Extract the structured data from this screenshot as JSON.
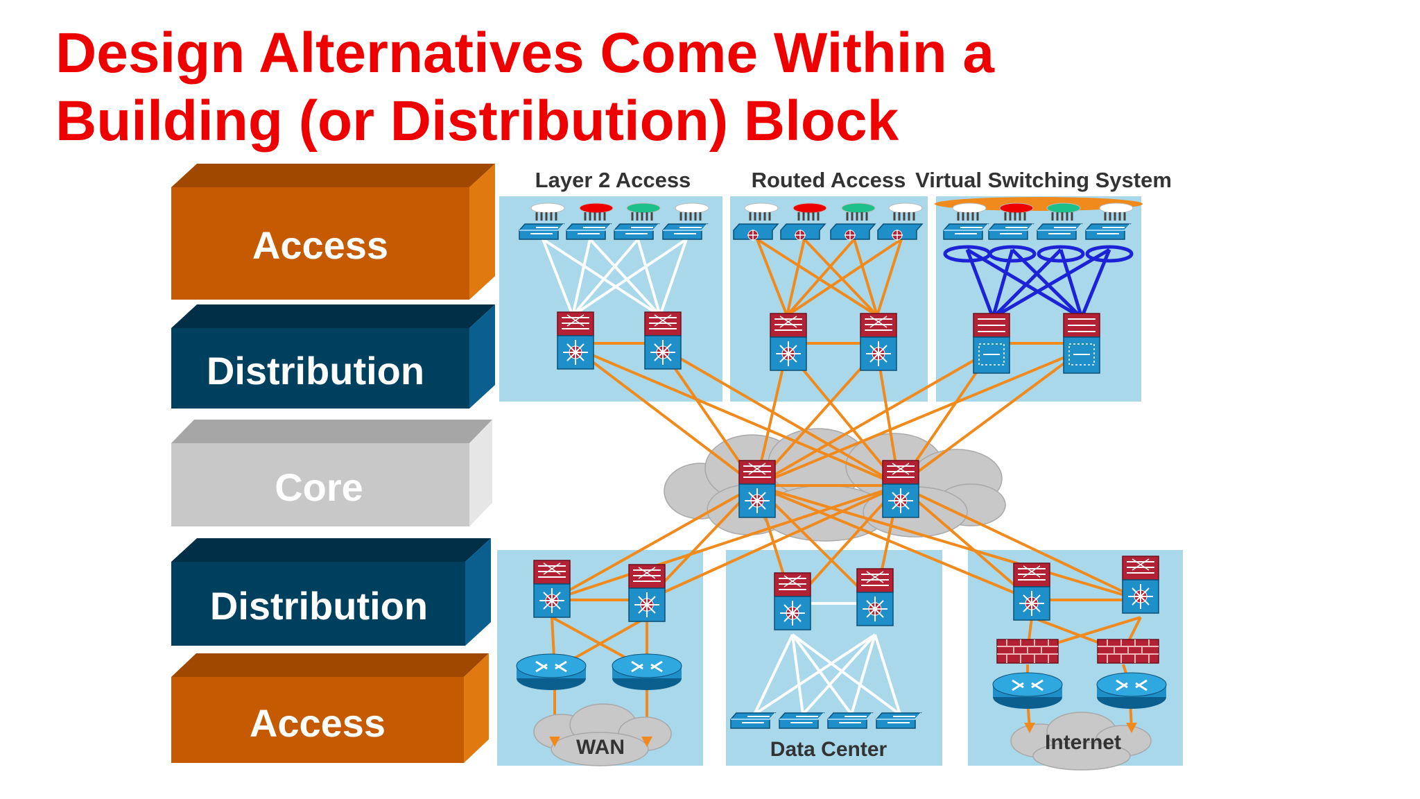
{
  "slide": {
    "title_line1": "Design Alternatives Come Within a",
    "title_line2": "Building (or Distribution) Block"
  },
  "layers": [
    {
      "label": "Access",
      "color": "#c55a00"
    },
    {
      "label": "Distribution",
      "color": "#00405f"
    },
    {
      "label": "Core",
      "color": "#c8c8c8"
    },
    {
      "label": "Distribution",
      "color": "#00405f"
    },
    {
      "label": "Access",
      "color": "#c55a00"
    }
  ],
  "panels": {
    "layer2_access": "Layer 2 Access",
    "routed_access": "Routed Access",
    "virtual_switching": "Virtual Switching System"
  },
  "clouds": {
    "wan": "WAN",
    "data_center": "Data Center",
    "internet": "Internet"
  },
  "colors": {
    "title": "#ee0000",
    "panel_bg": "#a9d8ea",
    "link_orange": "#f08a1c",
    "link_white": "#ffffff",
    "link_blue": "#1c22d6",
    "switch_blue": "#1e8fc8",
    "router_red": "#b22234",
    "cloud_gray": "#c8c8c8"
  }
}
